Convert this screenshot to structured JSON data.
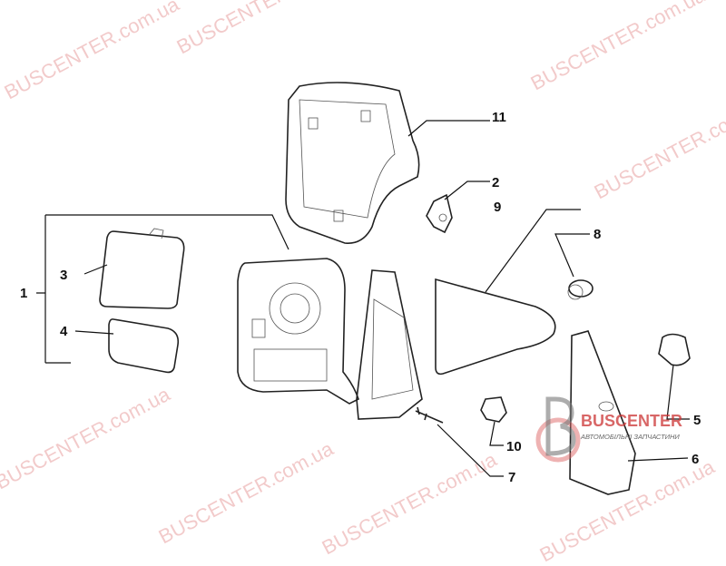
{
  "watermark": "BUSCENTER.com.ua",
  "logo": {
    "name": "BUSCENTER",
    "tagline": "АВТОМОБІЛЬНІ ЗАПЧАСТИНИ"
  },
  "callouts": [
    "1",
    "2",
    "3",
    "4",
    "5",
    "6",
    "7",
    "8",
    "9",
    "10",
    "11"
  ],
  "colors": {
    "watermark": "#e8a0a0",
    "logo": "#cc3333",
    "line": "#222222"
  }
}
